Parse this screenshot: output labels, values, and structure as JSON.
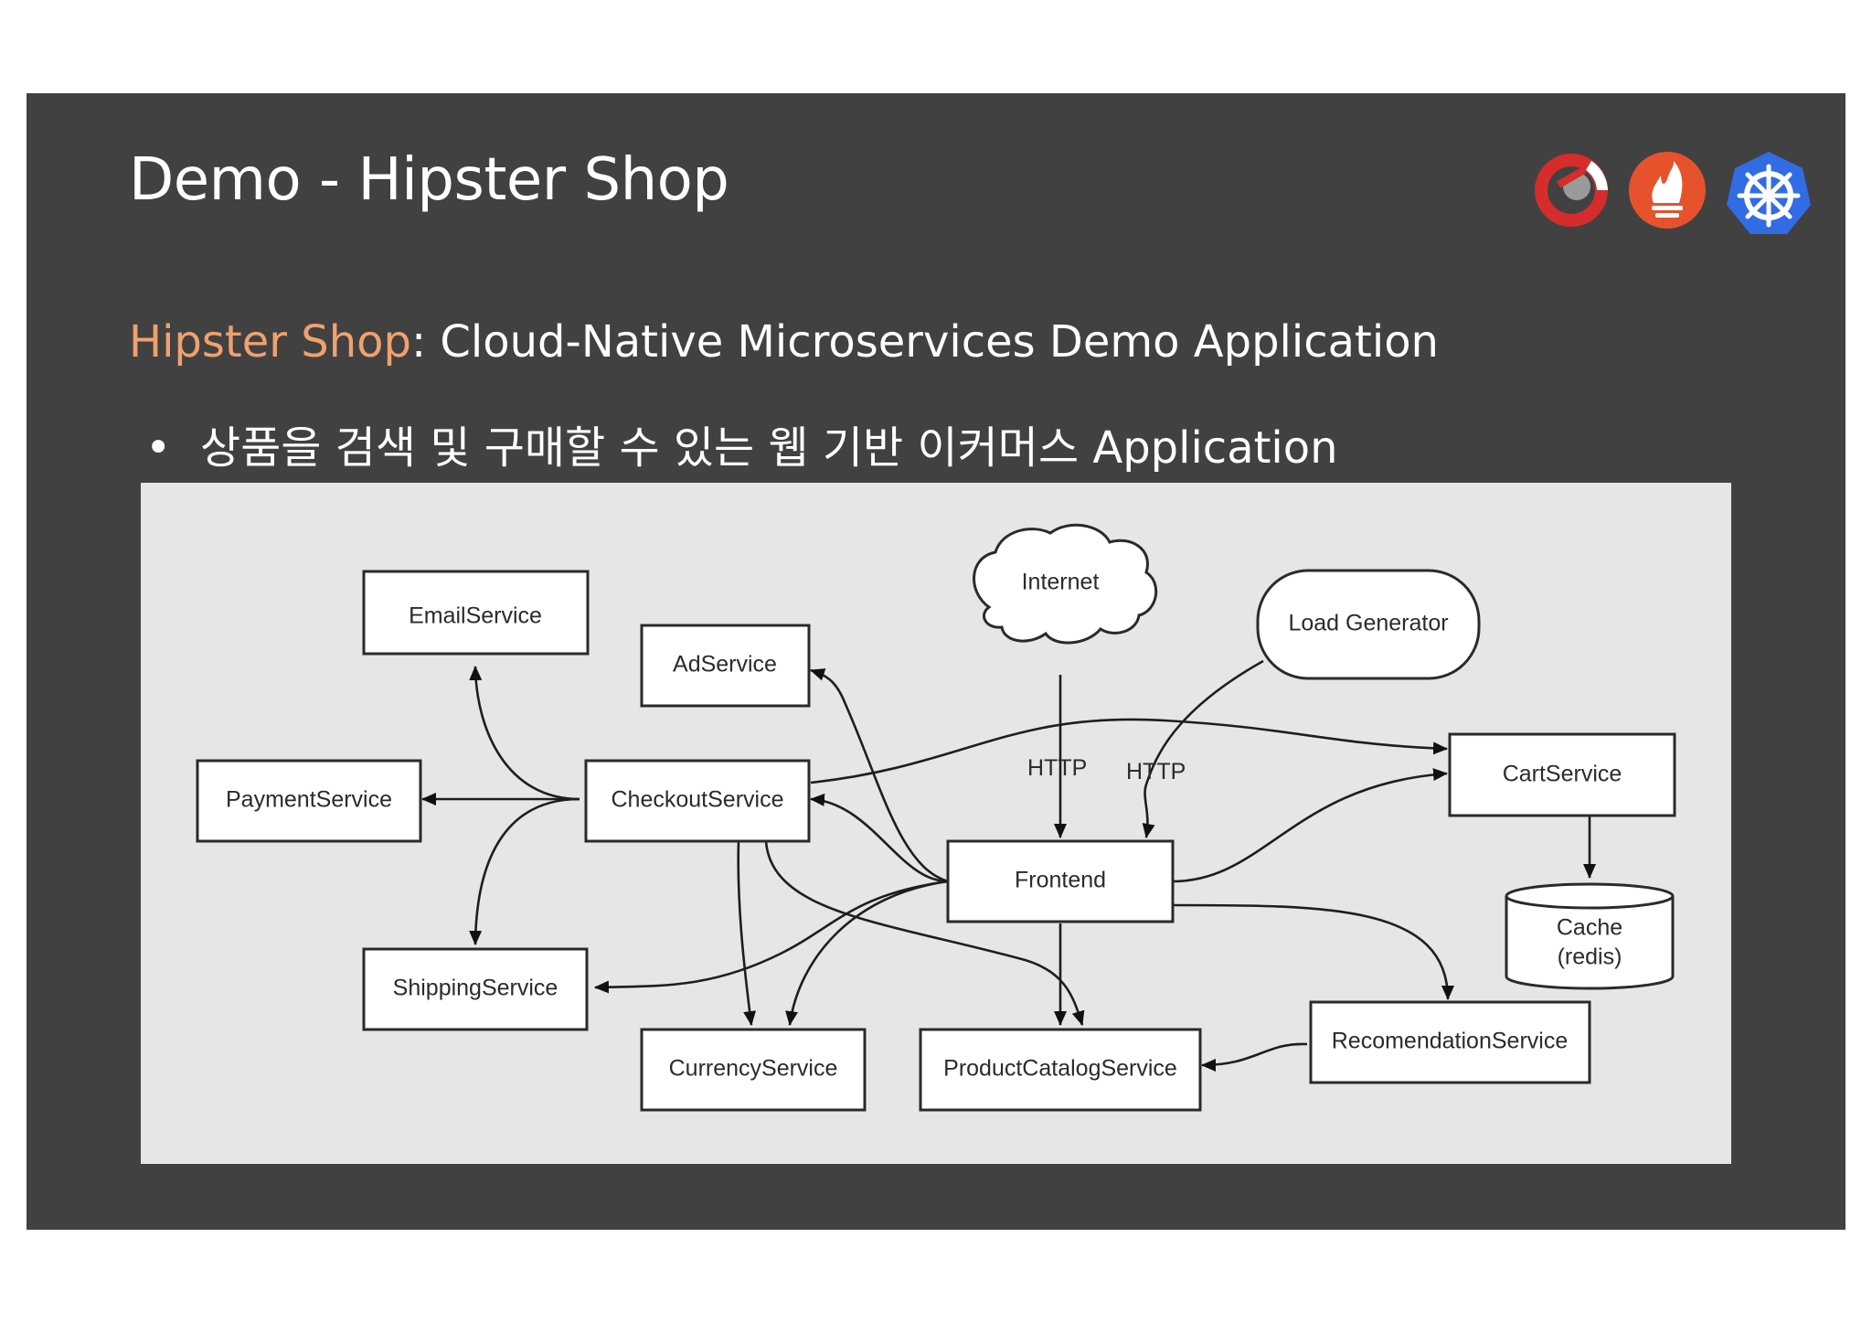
{
  "slide": {
    "title": "Demo - Hipster Shop",
    "subtitle_accent": "Hipster Shop",
    "subtitle_rest": ": Cloud-Native Microservices Demo Application",
    "bullet": "상품을 검색 및 구매할 수 있는 웹 기반 이커머스 Application",
    "logos": [
      {
        "icon": "jaeger-logo-icon",
        "color": "#d62c2c"
      },
      {
        "icon": "prometheus-logo-icon",
        "color": "#e6522c"
      },
      {
        "icon": "kubernetes-logo-icon",
        "color": "#326ce5"
      }
    ]
  },
  "diagram": {
    "nodes": {
      "email": "EmailService",
      "ad": "AdService",
      "internet": "Internet",
      "loadgen": "Load Generator",
      "payment": "PaymentService",
      "checkout": "CheckoutService",
      "cart": "CartService",
      "frontend": "Frontend",
      "cache_line1": "Cache",
      "cache_line2": "(redis)",
      "shipping": "ShippingService",
      "currency": "CurrencyService",
      "productcatalog": "ProductCatalogService",
      "recommendation": "RecomendationService"
    },
    "edge_labels": {
      "http_internet": "HTTP",
      "http_loadgen": "HTTP"
    }
  }
}
